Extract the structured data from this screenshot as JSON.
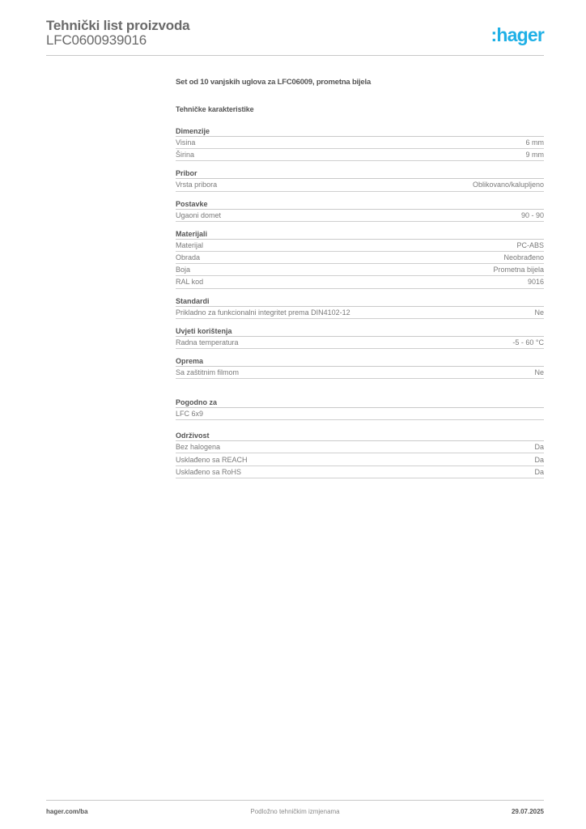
{
  "header": {
    "title": "Tehnički list proizvoda",
    "product_code": "LFC0600939016",
    "logo_text": ":hager",
    "logo_color": "#1fb0e6"
  },
  "product": {
    "description": "Set od 10 vanjskih uglova za LFC06009, prometna bijela"
  },
  "section_heading": "Tehničke karakteristike",
  "groups": [
    {
      "title": "Dimenzije",
      "rows": [
        {
          "label": "Visina",
          "value": "6 mm"
        },
        {
          "label": "Širina",
          "value": "9 mm"
        }
      ]
    },
    {
      "title": "Pribor",
      "rows": [
        {
          "label": "Vrsta pribora",
          "value": "Oblikovano/kalupljeno"
        }
      ]
    },
    {
      "title": "Postavke",
      "rows": [
        {
          "label": "Ugaoni domet",
          "value": "90 - 90"
        }
      ]
    },
    {
      "title": "Materijali",
      "rows": [
        {
          "label": "Materijal",
          "value": "PC-ABS"
        },
        {
          "label": "Obrada",
          "value": "Neobrađeno"
        },
        {
          "label": "Boja",
          "value": "Prometna bijela"
        },
        {
          "label": "RAL kod",
          "value": "9016"
        }
      ]
    },
    {
      "title": "Standardi",
      "rows": [
        {
          "label": "Prikladno za funkcionalni integritet prema DIN4102-12",
          "value": "Ne"
        }
      ]
    },
    {
      "title": "Uvjeti korištenja",
      "rows": [
        {
          "label": "Radna temperatura",
          "value": "-5 - 60 °C"
        }
      ]
    },
    {
      "title": "Oprema",
      "rows": [
        {
          "label": "Sa zaštitnim filmom",
          "value": "Ne"
        }
      ]
    },
    {
      "title": "Pogodno za",
      "rows": [
        {
          "label": "LFC 6x9",
          "value": ""
        }
      ]
    },
    {
      "title": "Održivost",
      "rows": [
        {
          "label": "Bez halogena",
          "value": "Da"
        },
        {
          "label": "Usklađeno sa REACH",
          "value": "Da"
        },
        {
          "label": "Usklađeno sa RoHS",
          "value": "Da"
        }
      ]
    }
  ],
  "footer": {
    "website": "hager.com/ba",
    "notice": "Podložno tehničkim izmjenama",
    "date": "29.07.2025"
  }
}
